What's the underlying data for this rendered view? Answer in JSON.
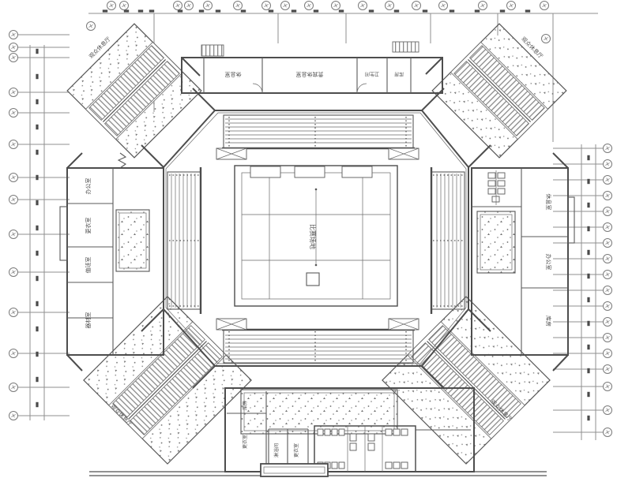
{
  "drawing": {
    "type": "architectural-floor-plan",
    "court_label": "比赛场地",
    "corner_lounge_label": "观众休息厅",
    "rooms": {
      "top": [
        "休息室",
        "贵宾休息室",
        "卫生间",
        "库房"
      ],
      "left": [
        "办公室",
        "更衣室",
        "值班室",
        "器材室"
      ],
      "right": [
        "休息室",
        "办公室",
        "库房"
      ],
      "bottom": [
        "库房",
        "更衣室",
        "淋浴间",
        "更衣室"
      ]
    },
    "line_color": "#4d4d4d",
    "dimension_color": "#8f8f8f",
    "background_color": "#ffffff"
  }
}
